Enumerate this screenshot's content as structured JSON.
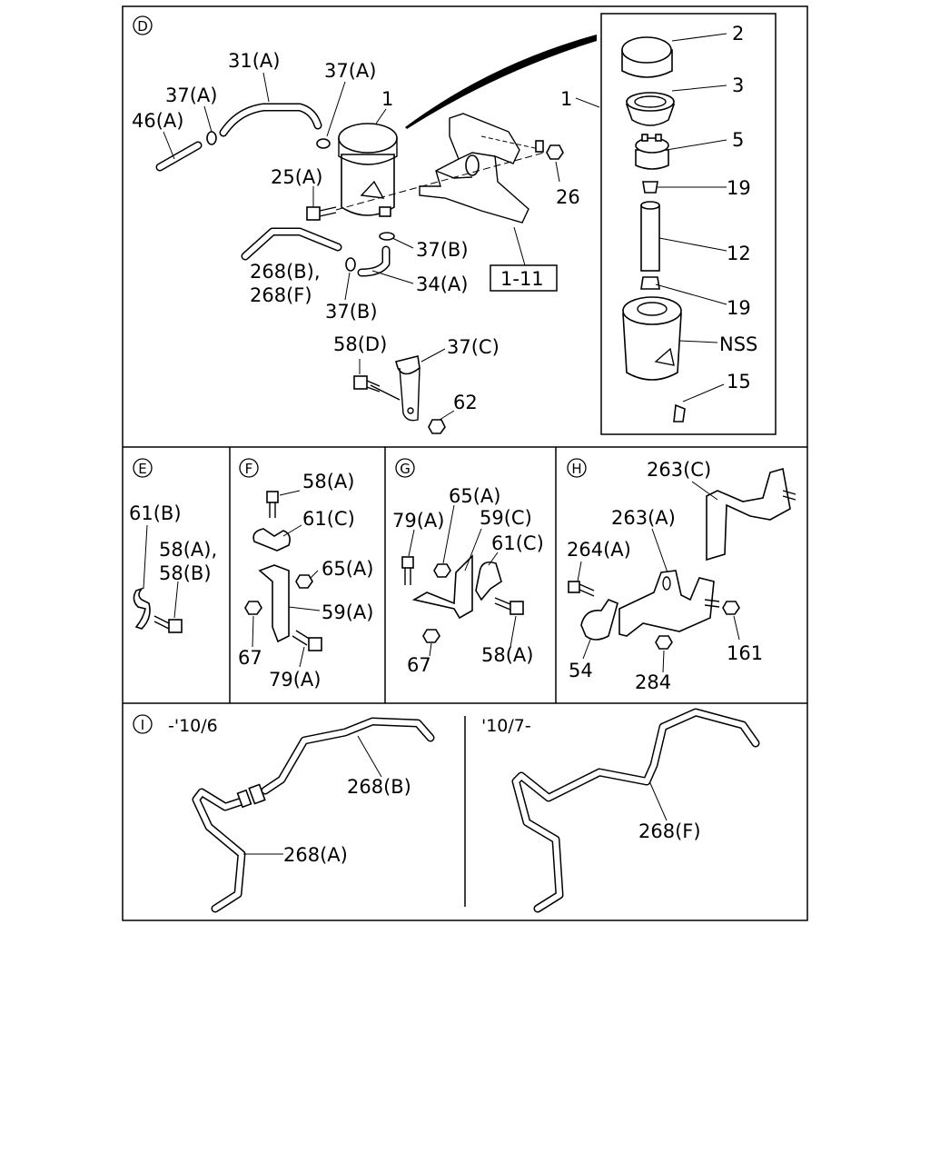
{
  "panels": {
    "D": {
      "letter": "D",
      "labels": {
        "p31a": "31(A)",
        "p37a_1": "37(A)",
        "p37a_2": "37(A)",
        "p1": "1",
        "p46a": "46(A)",
        "p25a": "25(A)",
        "p26": "26",
        "p37b_1": "37(B)",
        "p34a": "34(A)",
        "p268b": "268(B),",
        "p268f": "268(F)",
        "p37b_2": "37(B)",
        "ref": "1-11",
        "p58d": "58(D)",
        "p37c": "37(C)",
        "p62": "62",
        "inset_1": "1",
        "p2": "2",
        "p3": "3",
        "p5": "5",
        "p19a": "19",
        "p12": "12",
        "p19b": "19",
        "nss": "NSS",
        "p15": "15"
      }
    },
    "E": {
      "letter": "E",
      "labels": {
        "p61b": "61(B)",
        "p58a": "58(A),",
        "p58b": "58(B)"
      }
    },
    "F": {
      "letter": "F",
      "labels": {
        "p58a": "58(A)",
        "p61c": "61(C)",
        "p65a": "65(A)",
        "p59a": "59(A)",
        "p67": "67",
        "p79a": "79(A)"
      }
    },
    "G": {
      "letter": "G",
      "labels": {
        "p65a": "65(A)",
        "p79a": "79(A)",
        "p59c": "59(C)",
        "p61c": "61(C)",
        "p67": "67",
        "p58a": "58(A)"
      }
    },
    "H": {
      "letter": "H",
      "labels": {
        "p263c": "263(C)",
        "p263a": "263(A)",
        "p264a": "264(A)",
        "p161": "161",
        "p54": "54",
        "p284": "284"
      }
    },
    "I": {
      "letter": "I",
      "range_left": "-'10/6",
      "range_right": "'10/7-",
      "labels": {
        "p268b": "268(B)",
        "p268a": "268(A)",
        "p268f": "268(F)"
      }
    }
  }
}
